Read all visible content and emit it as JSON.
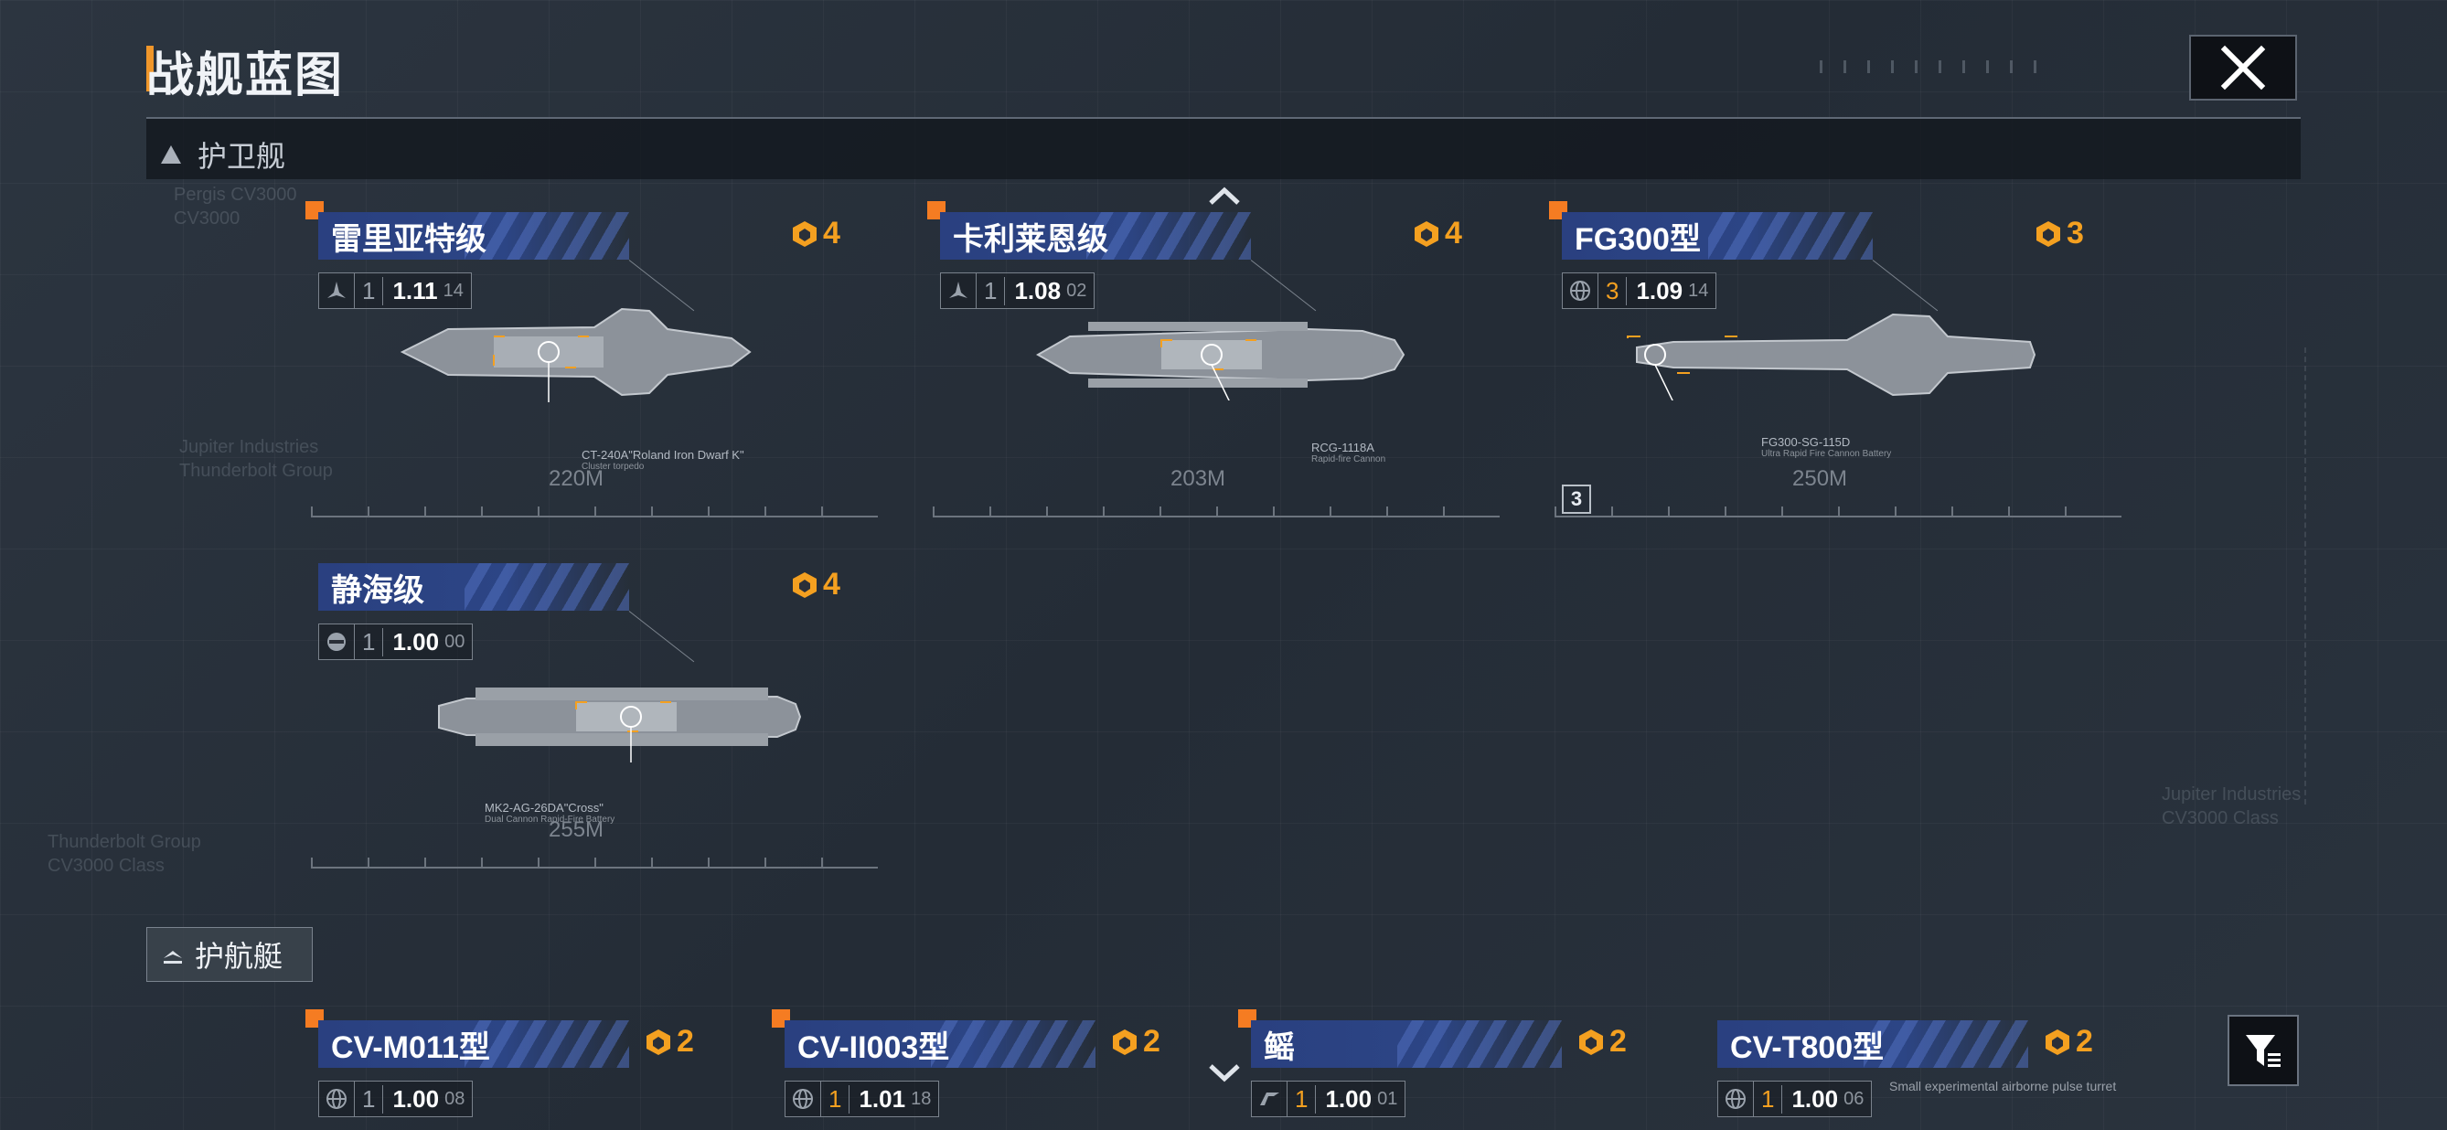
{
  "page": {
    "title": "战舰蓝图"
  },
  "sections": [
    {
      "label": "护卫舰"
    },
    {
      "label": "护航艇"
    }
  ],
  "ships": [
    {
      "name": "雷里亚特级",
      "rating": "4",
      "tier": "1",
      "version": "1.11",
      "sub": "14",
      "length": "220M",
      "weapon": "CT-240A\"Roland Iron Dwarf K\"",
      "weapon_sub": "Cluster torpedo",
      "class_icon": "fighter-icon"
    },
    {
      "name": "卡利莱恩级",
      "rating": "4",
      "tier": "1",
      "version": "1.08",
      "sub": "02",
      "length": "203M",
      "weapon": "RCG-1118A",
      "weapon_sub": "Rapid-fire Cannon",
      "class_icon": "fighter-icon"
    },
    {
      "name": "FG300型",
      "rating": "3",
      "tier": "3",
      "version": "1.09",
      "sub": "14",
      "length": "250M",
      "weapon": "FG300-SG-115D",
      "weapon_sub": "Ultra Rapid Fire Cannon Battery",
      "class_icon": "globe-icon",
      "badge": "3"
    },
    {
      "name": "静海级",
      "rating": "4",
      "tier": "1",
      "version": "1.00",
      "sub": "00",
      "length": "255M",
      "weapon": "MK2-AG-26DA\"Cross\"",
      "weapon_sub": "Dual Cannon Rapid-Fire Battery",
      "class_icon": "shield-icon"
    }
  ],
  "escorts": [
    {
      "name": "CV-M011型",
      "rating": "2",
      "tier": "1",
      "version": "1.00",
      "sub": "08",
      "class_icon": "globe-icon"
    },
    {
      "name": "CV-II003型",
      "rating": "2",
      "tier": "1",
      "version": "1.01",
      "sub": "18",
      "class_icon": "globe-icon"
    },
    {
      "name": "鳐",
      "rating": "2",
      "tier": "1",
      "version": "1.00",
      "sub": "01",
      "class_icon": "wing-icon"
    },
    {
      "name": "CV-T800型",
      "rating": "2",
      "tier": "1",
      "version": "1.00",
      "sub": "06",
      "class_icon": "globe-icon",
      "note": "Small experimental airborne pulse turret"
    }
  ],
  "colors": {
    "accent": "#f57c22",
    "rating": "#f4a020",
    "name_bar": "#2c4585"
  }
}
